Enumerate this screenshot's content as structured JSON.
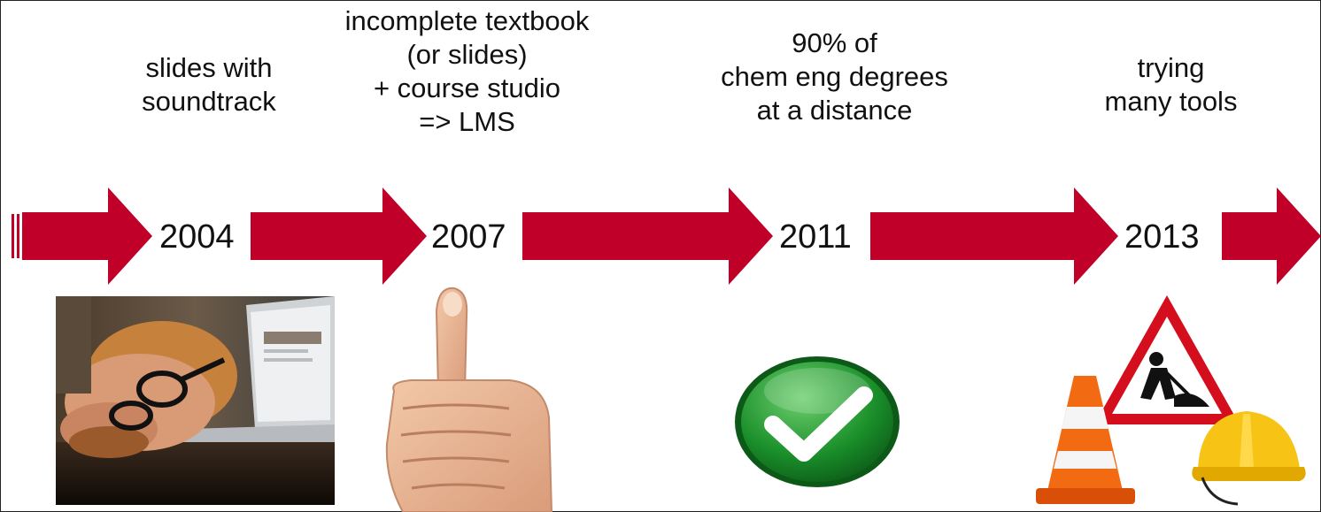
{
  "timeline": {
    "captions": [
      "slides with\nsoundtrack",
      "incomplete textbook\n(or slides)\n+ course studio\n=> LMS",
      "90% of\nchem eng degrees\nat a distance",
      "trying\nmany tools"
    ],
    "years": [
      "2004",
      "2007",
      "2011",
      "2013"
    ],
    "arrow_color": "#c1002a"
  },
  "images": [
    {
      "icon": "sleeping-man-laptop-photo"
    },
    {
      "icon": "thumbs-up-hand-photo"
    },
    {
      "icon": "green-checkmark-icon"
    },
    {
      "icon": "construction-sign-cone-hardhat-icon"
    }
  ]
}
